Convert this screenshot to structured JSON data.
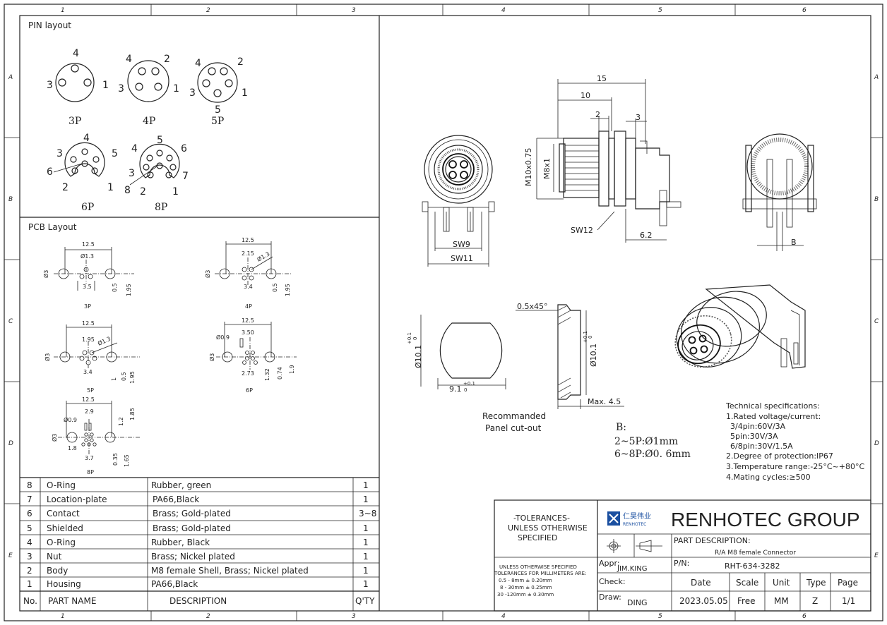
{
  "frame": {
    "cols": [
      "1",
      "2",
      "3",
      "4",
      "5",
      "6"
    ],
    "rows": [
      "A",
      "B",
      "C",
      "D",
      "E"
    ]
  },
  "pin_layout": {
    "title": "PIN  layout",
    "p3": {
      "name": "3P",
      "pins": [
        "4",
        "3",
        "1"
      ]
    },
    "p4": {
      "name": "4P",
      "pins": [
        "4",
        "2",
        "3",
        "1"
      ]
    },
    "p5": {
      "name": "5P",
      "pins": [
        "4",
        "2",
        "3",
        "1",
        "5"
      ]
    },
    "p6": {
      "name": "6P",
      "pins": [
        "4",
        "3",
        "5",
        "6",
        "2",
        "1"
      ]
    },
    "p8": {
      "name": "8P",
      "pins": [
        "5",
        "4",
        "6",
        "3",
        "7",
        "8",
        "2",
        "1"
      ]
    }
  },
  "pcb_layout": {
    "title": "PCB  Layout",
    "p3": {
      "name": "3P",
      "dims": [
        "12.5",
        "Ø1.3",
        "Ø3",
        "3.5",
        "0.5",
        "1.95"
      ]
    },
    "p4": {
      "name": "4P",
      "dims": [
        "12.5",
        "2.15",
        "Ø1.3",
        "Ø3",
        "3.4",
        "0.5",
        "1.95"
      ]
    },
    "p5": {
      "name": "5P",
      "dims": [
        "12.5",
        "1.95",
        "Ø1.3",
        "Ø3",
        "3.4",
        "1",
        "0.5",
        "1.95"
      ]
    },
    "p6": {
      "name": "6P",
      "dims": [
        "12.5",
        "3.50",
        "Ø0.9",
        "Ø3",
        "2.73",
        "1.32",
        "0.74",
        "1.9"
      ]
    },
    "p8": {
      "name": "8P",
      "dims": [
        "12.5",
        "2.9",
        "Ø0.9",
        "Ø3",
        "1.8",
        "3.7",
        "1.2",
        "1.85",
        "0.35",
        "1.65"
      ]
    }
  },
  "bom": {
    "headers": [
      "No.",
      "PART NAME",
      "DESCRIPTION",
      "Q'TY"
    ],
    "rows": [
      {
        "no": "8",
        "name": "O-Ring",
        "desc": "Rubber, green",
        "qty": "1"
      },
      {
        "no": "7",
        "name": "Location-plate",
        "desc": "PA66,Black",
        "qty": "1"
      },
      {
        "no": "6",
        "name": "Contact",
        "desc": "Brass; Gold-plated",
        "qty": "3~8"
      },
      {
        "no": "5",
        "name": "Shielded",
        "desc": "Brass; Gold-plated",
        "qty": "1"
      },
      {
        "no": "4",
        "name": "O-Ring",
        "desc": "Rubber, Black",
        "qty": "1"
      },
      {
        "no": "3",
        "name": "Nut",
        "desc": "Brass; Nickel plated",
        "qty": "1"
      },
      {
        "no": "2",
        "name": "Body",
        "desc": "M8 female Shell, Brass; Nickel plated",
        "qty": "1"
      },
      {
        "no": "1",
        "name": "Housing",
        "desc": "PA66,Black",
        "qty": "1"
      }
    ]
  },
  "views": {
    "side_dims": {
      "d15": "15",
      "d10": "10",
      "d2": "2",
      "d3": "3",
      "m10": "M10x0.75",
      "m8": "M8x1",
      "sw12": "SW12",
      "d62": "6.2"
    },
    "front_dims": {
      "sw9": "SW9",
      "sw11": "SW11"
    },
    "rear_dims": {
      "b": "B"
    },
    "cutout": {
      "chamfer": "0.5x45°",
      "dia_left": "Ø10.1",
      "tol_left": "+0.1",
      "tol_left_lo": "0",
      "width": "9.1",
      "tol_w": "+0.1",
      "tol_w_lo": "0",
      "dia_right": "Ø10.1",
      "tol_right": "+0.1",
      "tol_right_lo": "0",
      "max": "Max. 4.5",
      "caption1": "Recommanded",
      "caption2": "Panel cut-out"
    },
    "b_note": {
      "line1": "B:",
      "line2": "2~5P:Ø1mm",
      "line3": "6~8P:Ø0. 6mm"
    }
  },
  "tech_specs": {
    "title": "Technical specifications:",
    "lines": [
      "1.Rated voltage/current:",
      "3/4pin:60V/3A",
      "5pin:30V/3A",
      "6/8pin:30V/1.5A",
      "2.Degree of protection:IP67",
      "3.Temperature range:-25°C~+80°C",
      "4.Mating cycles:≥500"
    ]
  },
  "title_block": {
    "tol_title1": "-TOLERANCES-",
    "tol_title2": "UNLESS OTHERWISE",
    "tol_title3": "SPECIFIED",
    "tol_lines": [
      "UNLESS OTHERWISE SPECIFIED",
      "TOLERANCES FOR MILLIMETERS ARE:",
      "0.5 - 8mm ± 0.20mm",
      "8 - 30mm ± 0.25mm",
      "30 -120mm ± 0.30mm"
    ],
    "logo_cn": "仁昊伟业",
    "logo_en": "RENHOTEC",
    "company": "RENHOTEC GROUP",
    "part_desc_label": "PART DESCRIPTION:",
    "part_desc": "R/A M8 female Connector",
    "appr_label": "Appr:",
    "appr": "JIM.KING",
    "pn_label": "P/N:",
    "pn": "RHT-634-3282",
    "check_label": "Check:",
    "draw_label": "Draw:",
    "draw": "DING",
    "date_label": "Date",
    "scale_label": "Scale",
    "unit_label": "Unit",
    "type_label": "Type",
    "page_label": "Page",
    "date": "2023.05.05",
    "scale": "Free",
    "unit": "MM",
    "type": "Z",
    "page": "1/1"
  }
}
